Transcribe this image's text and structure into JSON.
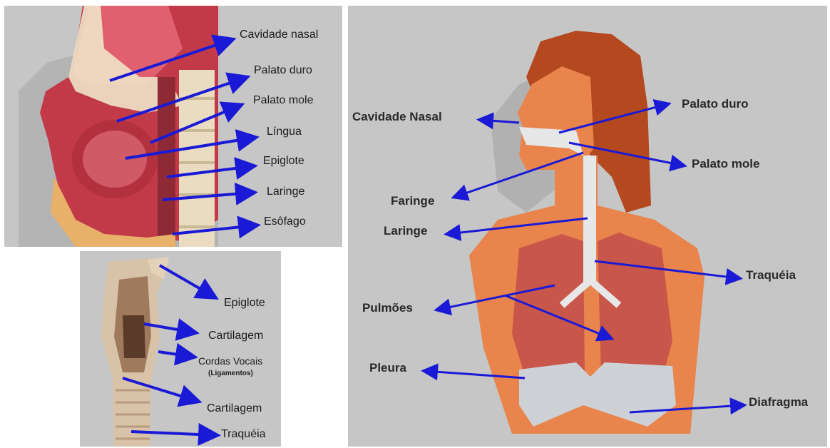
{
  "head_panel": {
    "labels": [
      "Cavidade nasal",
      "Palato duro",
      "Palato mole",
      "Língua",
      "Epiglote",
      "Laringe",
      "Esôfago"
    ]
  },
  "larynx_panel": {
    "labels": [
      "Epiglote",
      "Cartilagem",
      "Cordas Vocais",
      "(Ligamentos)",
      "Cartilagem",
      "Traquéia"
    ]
  },
  "body_panel": {
    "labels": [
      "Cavidade Nasal",
      "Palato duro",
      "Palato mole",
      "Faringe",
      "Laringe",
      "Traquéia",
      "Pulmões",
      "Pleura",
      "Diafragma"
    ]
  },
  "colors": {
    "arrow": "#1a1ad6",
    "panel_bg": "#c6c6c6",
    "skin": "#e8844c",
    "lung": "#c8564a",
    "tissue": "#b83a46"
  }
}
